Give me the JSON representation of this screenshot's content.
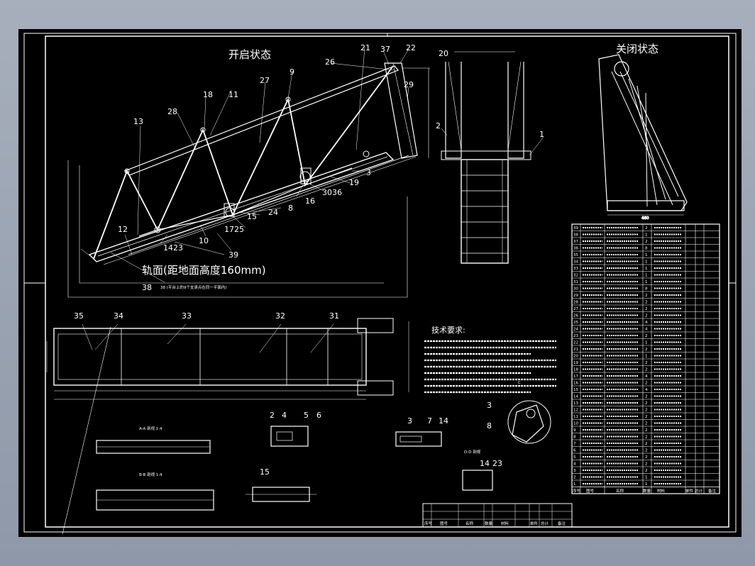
{
  "titles": {
    "open_state": "开启状态",
    "closed_state": "关闭状态",
    "rail_note": "轨面(距地面高度160mm)",
    "tech_req": "技术要求:"
  },
  "balloons_open": [
    "26",
    "21",
    "37",
    "22",
    "29",
    "9",
    "27",
    "11",
    "18",
    "28",
    "13",
    "3",
    "19",
    "30",
    "36",
    "16",
    "8",
    "24",
    "15",
    "17",
    "25",
    "10",
    "12",
    "14",
    "23",
    "39",
    "38"
  ],
  "balloons_mid": [
    "35",
    "34",
    "33",
    "32",
    "31"
  ],
  "balloons_front": [
    "20",
    "2",
    "1"
  ],
  "details": {
    "d1": [
      "2",
      "4",
      "5",
      "6"
    ],
    "d2": [
      "3",
      "7",
      "14"
    ],
    "d3": [
      "15"
    ],
    "d4": [
      "14",
      "23"
    ],
    "d5": [
      "3",
      "8"
    ]
  },
  "bom": {
    "rows": [
      {
        "no": "39",
        "qty": "2"
      },
      {
        "no": "38",
        "qty": "1"
      },
      {
        "no": "37",
        "qty": "2"
      },
      {
        "no": "36",
        "qty": "8"
      },
      {
        "no": "35",
        "qty": "1"
      },
      {
        "no": "34",
        "qty": "1"
      },
      {
        "no": "33",
        "qty": "1"
      },
      {
        "no": "32",
        "qty": "1"
      },
      {
        "no": "31",
        "qty": "1"
      },
      {
        "no": "30",
        "qty": "8"
      },
      {
        "no": "29",
        "qty": "2"
      },
      {
        "no": "28",
        "qty": "2"
      },
      {
        "no": "27",
        "qty": "2"
      },
      {
        "no": "26",
        "qty": "2"
      },
      {
        "no": "25",
        "qty": "4"
      },
      {
        "no": "24",
        "qty": "4"
      },
      {
        "no": "23",
        "qty": "2"
      },
      {
        "no": "22",
        "qty": "1"
      },
      {
        "no": "21",
        "qty": "2"
      },
      {
        "no": "20",
        "qty": "1"
      },
      {
        "no": "19",
        "qty": "2"
      },
      {
        "no": "18",
        "qty": "2"
      },
      {
        "no": "17",
        "qty": "4"
      },
      {
        "no": "16",
        "qty": "2"
      },
      {
        "no": "15",
        "qty": "4"
      },
      {
        "no": "14",
        "qty": "2"
      },
      {
        "no": "13",
        "qty": "2"
      },
      {
        "no": "12",
        "qty": "2"
      },
      {
        "no": "11",
        "qty": "2"
      },
      {
        "no": "10",
        "qty": "2"
      },
      {
        "no": "9",
        "qty": "2"
      },
      {
        "no": "8",
        "qty": "2"
      },
      {
        "no": "7",
        "qty": "2"
      },
      {
        "no": "6",
        "qty": "2"
      },
      {
        "no": "5",
        "qty": "2"
      },
      {
        "no": "4",
        "qty": "2"
      },
      {
        "no": "3",
        "qty": "2"
      },
      {
        "no": "2",
        "qty": "1"
      },
      {
        "no": "1",
        "qty": "1"
      }
    ],
    "header": [
      "序号",
      "图号",
      "名称",
      "数量",
      "材料",
      "单件",
      "总计",
      "备注"
    ]
  },
  "bottom_table": {
    "header": [
      "序号",
      "图号",
      "名称",
      "数量",
      "材料",
      "单件",
      "总计",
      "备注"
    ]
  }
}
